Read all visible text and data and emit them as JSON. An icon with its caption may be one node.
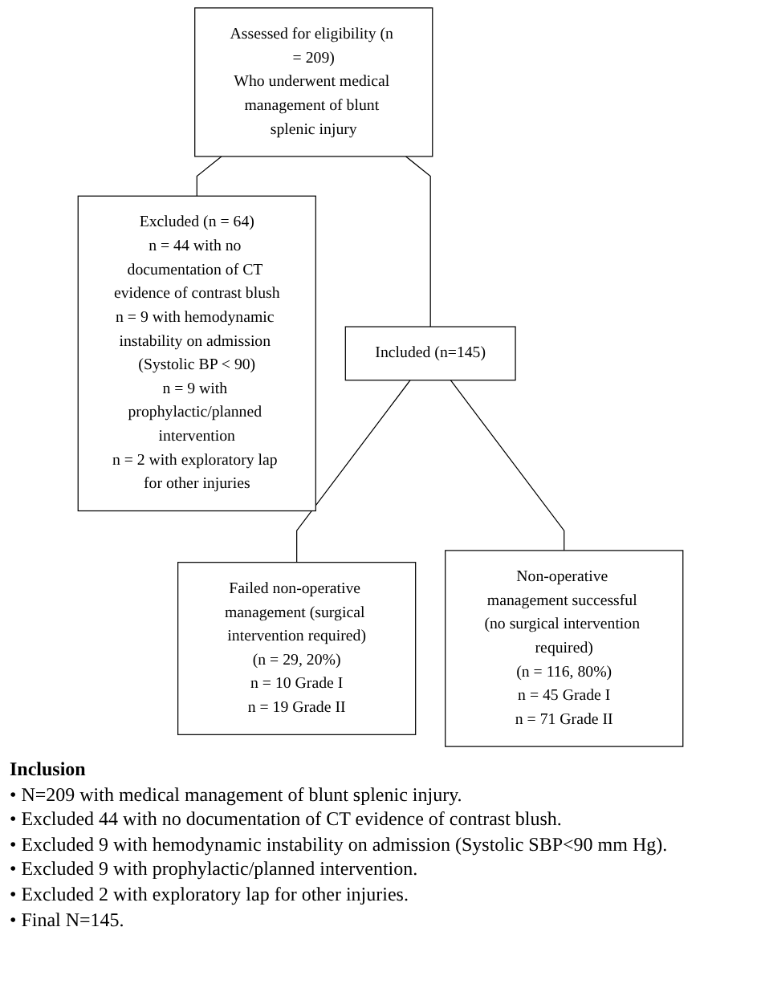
{
  "diagram": {
    "nodes": [
      {
        "text": [
          "Assessed for eligibility (n = 209)",
          "Who underwent medical management of blunt splenic injury"
        ]
      },
      {
        "text": [
          "Excluded (n = 64)",
          "n = 44 with no documentation of CT evidence of contrast blush",
          "n = 9 with hemodynamic instability on admission (Systolic BP < 90)",
          "n = 9 with prophylactic/planned intervention",
          "n = 2 with exploratory lap for other injuries"
        ]
      },
      {
        "text": [
          "Included (n=145)"
        ]
      },
      {
        "text": [
          "Failed non-operative management (surgical intervention required)",
          "(n = 29, 20%)",
          "n = 10 Grade I",
          "n = 19 Grade II"
        ]
      },
      {
        "text": [
          "Non-operative management successful (no surgical intervention required)",
          "(n = 116, 80%)",
          "n = 45 Grade I",
          "n = 71 Grade II"
        ]
      }
    ],
    "edges": [
      {
        "from": 0,
        "to": 2,
        "arrow": "none"
      },
      {
        "from": 0,
        "to": 1,
        "arrow": "none"
      },
      {
        "from": 2,
        "to": 3,
        "arrow": "none"
      },
      {
        "from": 2,
        "to": 4,
        "arrow": "none"
      }
    ],
    "labels": [
      "Inclusion",
      "• N=209 with medical management of blunt splenic injury.",
      "• Excluded 44 with no documentation of CT evidence of contrast blush.",
      "• Excluded 9 with hemodynamic instability on admission (Systolic SBP<90 mm Hg).",
      "• Excluded 9 with prophylactic/planned intervention.",
      "• Excluded 2 with exploratory lap for other injuries.",
      "• Final N=145."
    ]
  }
}
